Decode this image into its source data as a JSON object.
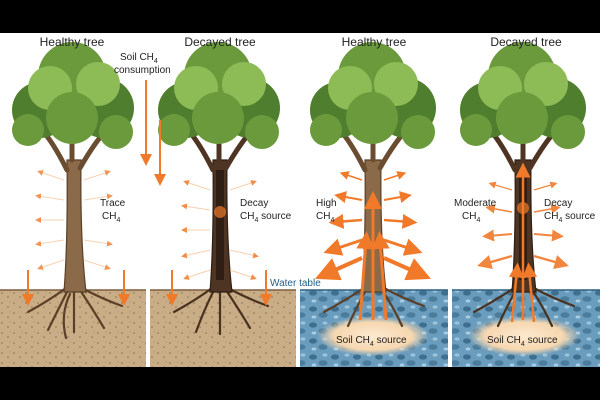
{
  "panels": [
    {
      "title": "Healthy tree"
    },
    {
      "title": "Decayed tree"
    },
    {
      "title": "Healthy tree"
    },
    {
      "title": "Decayed tree"
    }
  ],
  "labels": {
    "soil_ch4_line1": "Soil CH",
    "soil_ch4_sub": "4",
    "soil_ch4_line2": "consumption",
    "trace_line1": "Trace",
    "trace_ch": "CH",
    "trace_sub": "4",
    "decay_line1": "Decay",
    "decay_ch": "CH",
    "decay_sub": "4",
    "decay_source": " source",
    "water_table": "Water table",
    "high_line1": "High",
    "high_ch": "CH",
    "high_sub": "4",
    "moderate_line1": "Moderate",
    "moderate_ch": "CH",
    "moderate_sub": "4",
    "decay2_line1": "Decay",
    "decay2_ch": "CH",
    "decay2_sub": "4",
    "decay2_source": " source",
    "soil_source_a_ch": "Soil CH",
    "soil_source_a_sub": "4",
    "soil_source_a_rest": " source",
    "soil_source_b_ch": "Soil CH",
    "soil_source_b_sub": "4",
    "soil_source_b_rest": " source"
  },
  "colors": {
    "background": "#ffffff",
    "letterbox": "#000000",
    "canopy_dark": "#4f7e2e",
    "canopy_mid": "#6b9a3c",
    "canopy_light": "#8dbb55",
    "trunk_healthy": "#8a6a48",
    "trunk_decayed": "#4e3422",
    "decay_core": "#2f1e14",
    "dry_soil": "#c9ad86",
    "wet_soil": "#5f93b5",
    "ch4_arrow": "#f07a2a",
    "ch4_glow": "#f6d7b0",
    "water_table_label": "#1f5f8a",
    "text": "#222222"
  }
}
